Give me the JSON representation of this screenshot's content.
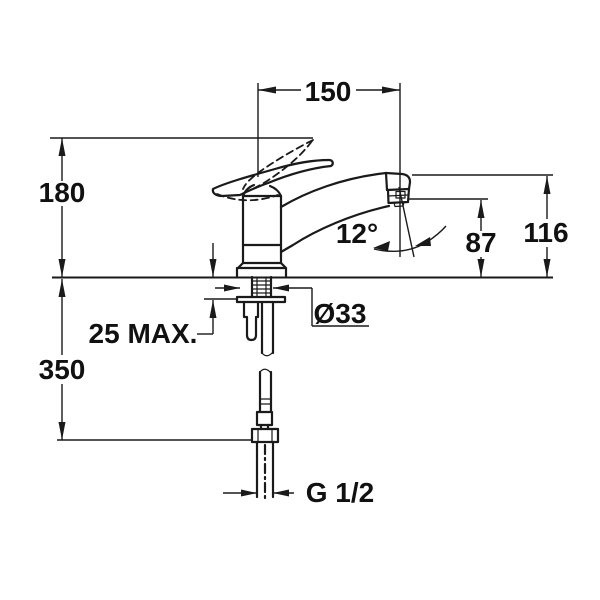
{
  "drawing": {
    "line_color": "#1a1a1a",
    "background": "#ffffff",
    "labels": {
      "spout_reach": "150",
      "height_to_handle_top": "180",
      "spout_angle": "12°",
      "outlet_height": "87",
      "spout_height": "116",
      "max_deck_thickness": "25 MAX.",
      "hole_diameter": "Ø33",
      "supply_length": "350",
      "thread_size": "G 1/2"
    }
  }
}
